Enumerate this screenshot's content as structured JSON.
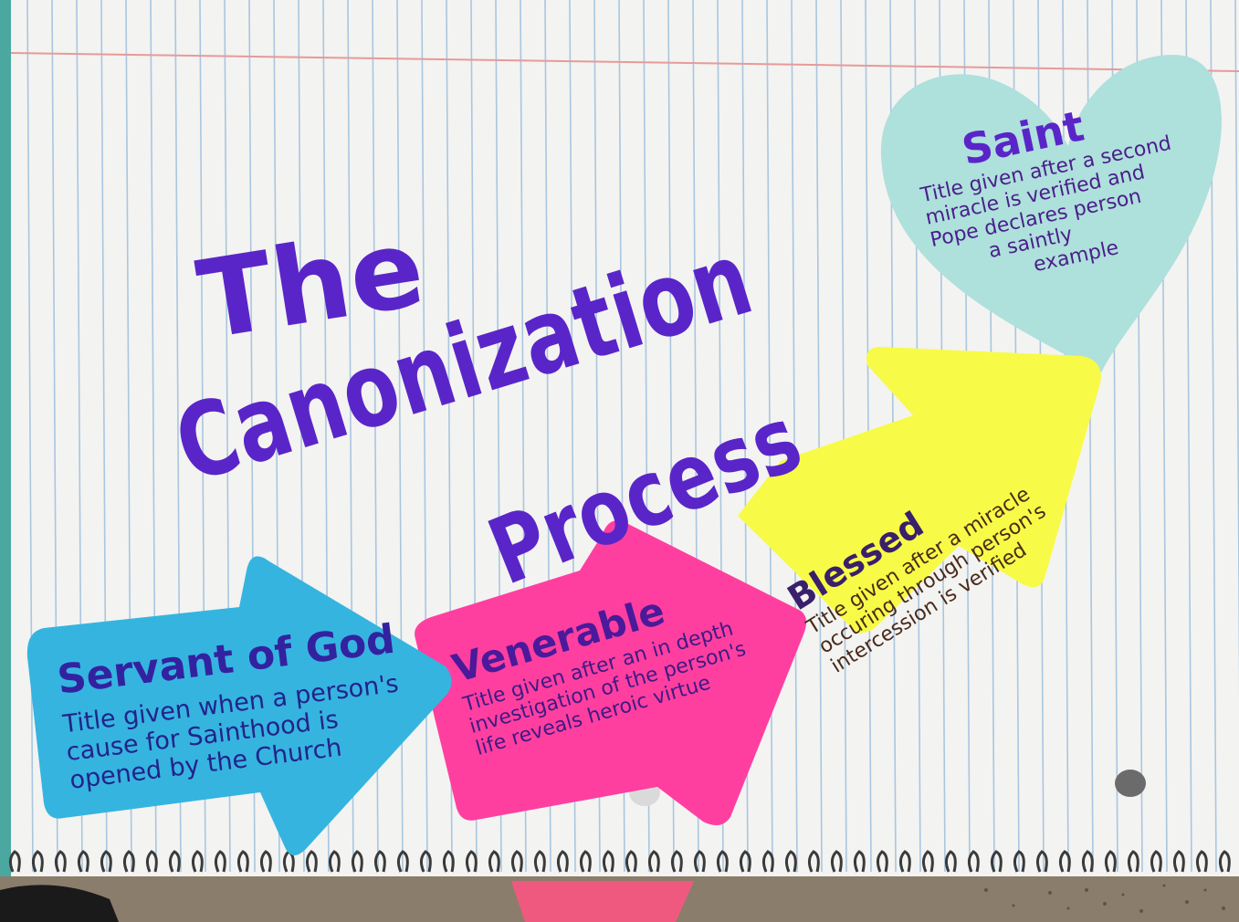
{
  "title": {
    "line1": "The",
    "line2": "Canonization",
    "line3": "Process"
  },
  "notes": [
    {
      "heading": "Servant of God",
      "lines": [
        "Title given when a person's",
        "cause for Sainthood is",
        "opened by the Church"
      ],
      "color": "#35b4e0",
      "shape": "arrow"
    },
    {
      "heading": "Venerable",
      "lines": [
        "Title given after an in depth",
        "investigation of the person's",
        "life reveals heroic virtue"
      ],
      "color": "#ff3fa0",
      "shape": "arrow"
    },
    {
      "heading": "Blessed",
      "lines": [
        "Title given after a miracle",
        "occuring through person's",
        "intercession is verified"
      ],
      "color": "#f7fb47",
      "shape": "arrow"
    },
    {
      "heading": "Saint",
      "lines": [
        "Title given after a second",
        "miracle is verified and",
        "Pope declares person",
        "a saintly",
        "example"
      ],
      "color": "#aee0dc",
      "shape": "heart"
    }
  ],
  "colors": {
    "ink_title": "#5a25c8",
    "ink_text": "#4a1f8a",
    "paper": "#f3f3f1",
    "rule_line": "#a9c6df",
    "margin_line": "#e79a9a"
  }
}
